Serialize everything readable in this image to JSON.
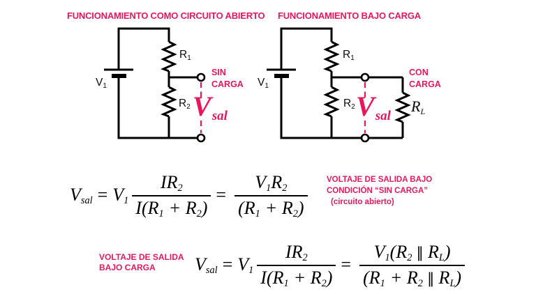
{
  "colors": {
    "accent_red": "#e8175d",
    "ink_black": "#000000",
    "background": "#ffffff"
  },
  "diagram_open_circuit": {
    "title": "FUNCIONAMIENTO COMO CIRCUITO ABIERTO",
    "battery_label": {
      "base": "V",
      "sub": "1"
    },
    "r1_label": {
      "base": "R",
      "sub": "1"
    },
    "r2_label": {
      "base": "R",
      "sub": "2"
    },
    "condition_tag": {
      "line1": "SIN",
      "line2": "CARGA"
    },
    "output_label": {
      "base": "V",
      "sub": "sal"
    }
  },
  "diagram_loaded": {
    "title": "FUNCIONAMIENTO BAJO CARGA",
    "battery_label": {
      "base": "V",
      "sub": "1"
    },
    "r1_label": {
      "base": "R",
      "sub": "1"
    },
    "r2_label": {
      "base": "R",
      "sub": "2"
    },
    "load_label": {
      "base": "R",
      "sub": "L"
    },
    "condition_tag": {
      "line1": "CON",
      "line2": "CARGA"
    },
    "output_label": {
      "base": "V",
      "sub": "sal"
    }
  },
  "formula_no_load": {
    "lhs": {
      "base": "V",
      "sub": "sal"
    },
    "rel1": "=",
    "coef": {
      "base": "V",
      "sub": "1"
    },
    "frac1": {
      "num_a": "IR",
      "num_a_sub": "2",
      "den_a": "I(R",
      "den_a_sub": "1",
      "den_b": "+ R",
      "den_b_sub": "2",
      "den_c": ")"
    },
    "rel2": "=",
    "frac2": {
      "num_a": "V",
      "num_a_sub": "1",
      "num_b": "R",
      "num_b_sub": "2",
      "den_a": "(R",
      "den_a_sub": "1",
      "den_b": "+ R",
      "den_b_sub": "2",
      "den_c": ")"
    },
    "caption": {
      "line1": "VOLTAJE DE SALIDA BAJO",
      "line2": "CONDICIÓN “SIN CARGA”",
      "line3": "(circuito abierto)"
    }
  },
  "formula_loaded": {
    "label": {
      "line1": "VOLTAJE DE SALIDA",
      "line2": "BAJO CARGA"
    },
    "lhs": {
      "base": "V",
      "sub": "sal"
    },
    "rel1": "=",
    "coef": {
      "base": "V",
      "sub": "1"
    },
    "frac1": {
      "num_a": "IR",
      "num_a_sub": "2",
      "den_a": "I(R",
      "den_a_sub": "1",
      "den_b": "+ R",
      "den_b_sub": "2",
      "den_c": ")"
    },
    "rel2": "=",
    "frac2": {
      "num_a": "V",
      "num_a_sub": "1",
      "num_b": "(R",
      "num_b_sub": "2",
      "num_par": "∥",
      "num_c": "R",
      "num_c_sub": "L",
      "num_d": ")",
      "den_a": "(R",
      "den_a_sub": "1",
      "den_b": "+ R",
      "den_b_sub": "2",
      "den_par": "∥",
      "den_c": "R",
      "den_c_sub": "L",
      "den_d": ")"
    }
  }
}
